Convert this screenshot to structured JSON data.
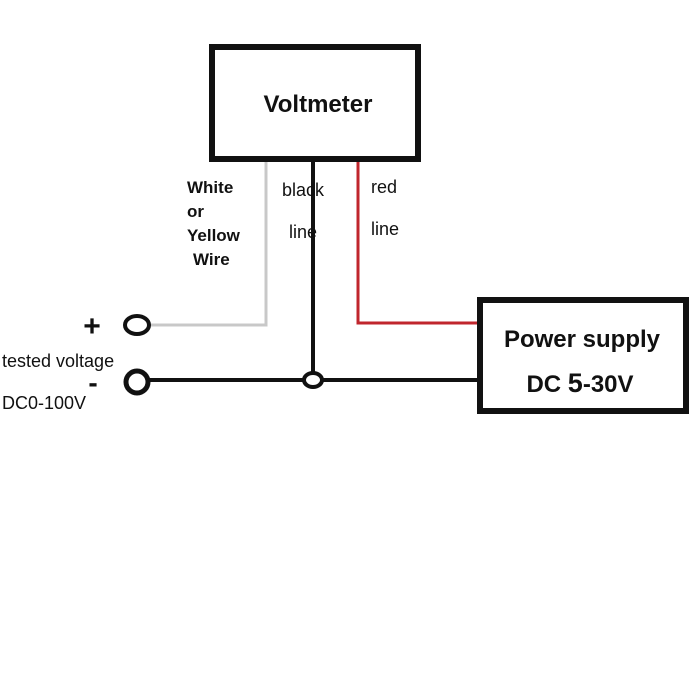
{
  "voltmeter": {
    "label": "Voltmeter"
  },
  "power_supply": {
    "line1": "Power supply",
    "line2_prefix": "DC ",
    "line2_digit": "5",
    "line2_suffix": "-30V"
  },
  "wires": {
    "white_label": [
      "White",
      "or",
      "Yellow",
      "Wire"
    ],
    "black_label": [
      "black",
      "line"
    ],
    "red_label": [
      "red",
      "line"
    ]
  },
  "terminals": {
    "plus": "+",
    "minus": "-",
    "tested_label": "tested voltage",
    "range_label": "DC0-100V"
  },
  "colors": {
    "black_wire": "#111111",
    "white_wire": "#c8c8c8",
    "red_wire": "#c0262d"
  }
}
